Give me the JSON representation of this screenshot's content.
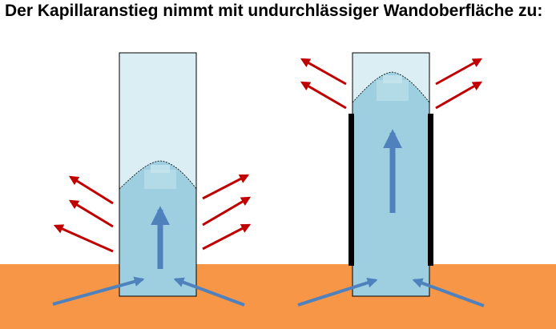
{
  "title": "Der Kapillaranstieg nimmt mit undurchlässiger Wandoberfläche zu:",
  "colors": {
    "soil": "#F79646",
    "water": "#9DCFE0",
    "wall_light": "#DAEEF3",
    "arrow_blue": "#4F81BD",
    "arrow_red": "#C00000",
    "impermeable_layer": "#000000",
    "outline": "#000000"
  },
  "icons": {
    "evaporation": "red-arrow",
    "water_flow": "blue-arrow"
  }
}
